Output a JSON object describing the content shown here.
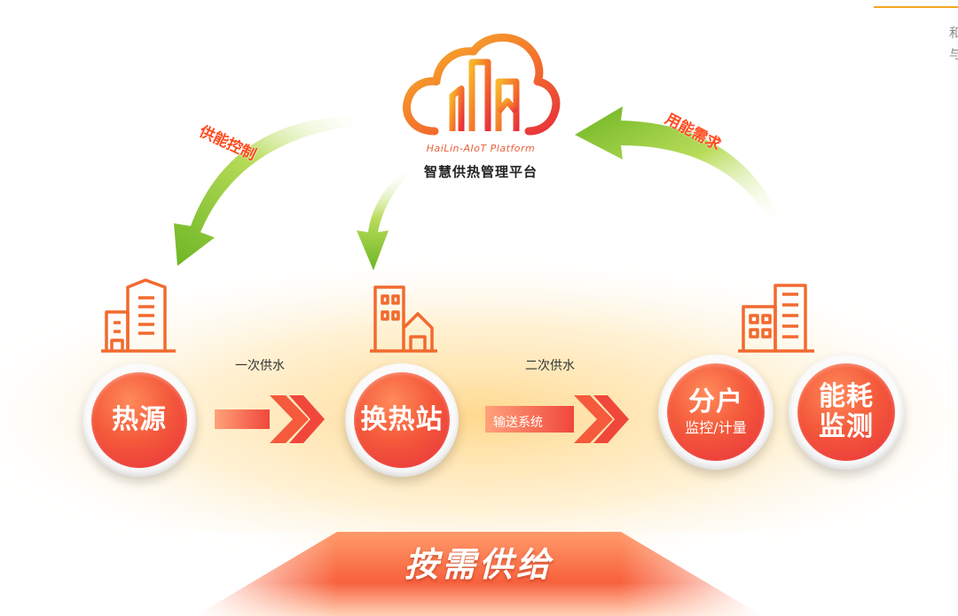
{
  "platform": {
    "name_en": "HaiLin-AIoT Platform",
    "name_cn": "智慧供热管理平台"
  },
  "arrows": {
    "left_label": "供能控制",
    "right_label": "用能需求"
  },
  "nodes": {
    "heat_source": "热源",
    "exchange_station": "换热站",
    "household_title": "分户",
    "household_sub": "监控/计量",
    "energy_line1": "能耗",
    "energy_line2": "监测"
  },
  "flows": {
    "primary_supply": "一次供水",
    "secondary_supply": "二次供水",
    "transport_system": "输送系统"
  },
  "bottom": {
    "label": "按需供给"
  },
  "corner": {
    "line1": "和",
    "line2": "与"
  },
  "colors": {
    "primary_red": "#e8303c",
    "orange": "#ff7a3c",
    "green": "#7bbd2a",
    "icon_orange": "#f26a2e"
  }
}
